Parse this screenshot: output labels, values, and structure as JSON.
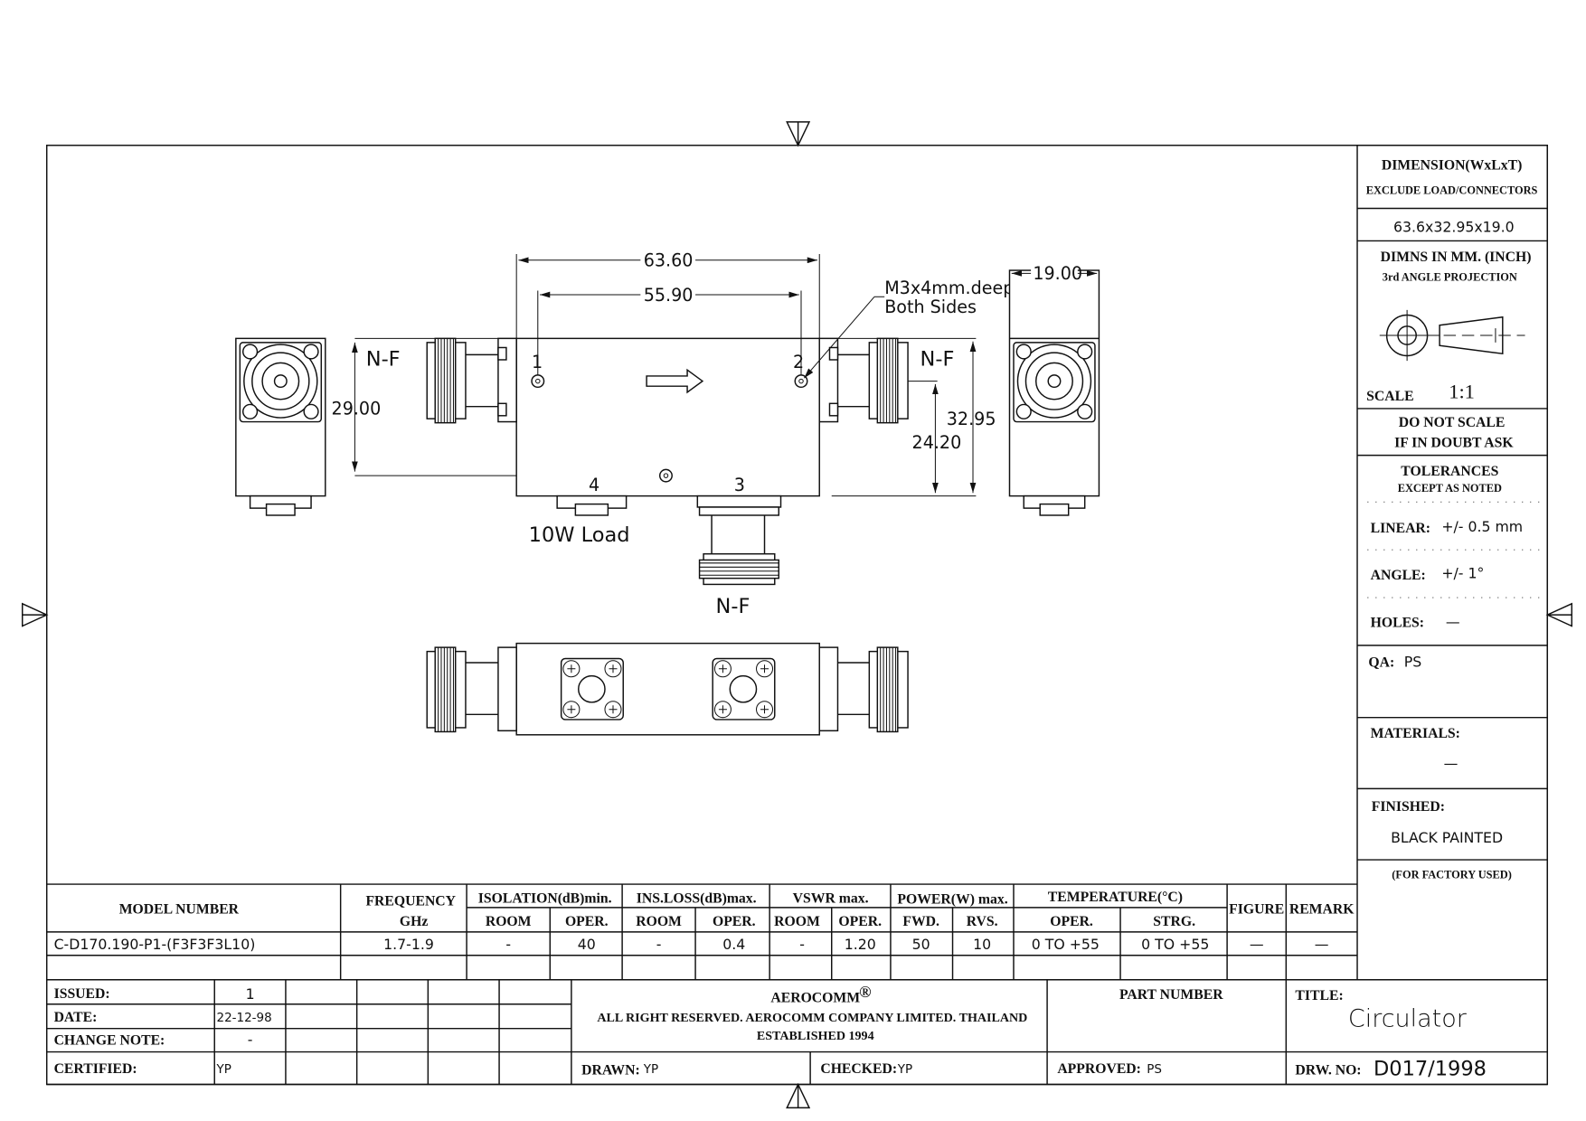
{
  "drawing": {
    "dim_overall_length": "63.60",
    "dim_hole_spacing": "55.90",
    "dim_thickness": "19.00",
    "dim_height_left": "29.00",
    "dim_height_right": "32.95",
    "dim_connector_height": "24.20",
    "thread_note_1": "M3x4mm.deep",
    "thread_note_2": "Both Sides",
    "connector_label": "N-F",
    "port_1": "1",
    "port_2": "2",
    "port_3": "3",
    "port_4": "4",
    "load_label": "10W Load"
  },
  "side_panel": {
    "dimension_title": "DIMENSION(WxLxT)",
    "dimension_subtitle": "EXCLUDE LOAD/CONNECTORS",
    "dimension_value": "63.6x32.95x19.0",
    "units": "DIMNS IN MM. (INCH)",
    "projection": "3rd ANGLE PROJECTION",
    "scale_label": "SCALE",
    "scale_value": "1:1",
    "note_1": "DO NOT SCALE",
    "note_2": "IF IN DOUBT ASK",
    "tolerances_title": "TOLERANCES",
    "tolerances_subtitle": "EXCEPT AS NOTED",
    "linear_label": "LINEAR:",
    "linear_value": "+/- 0.5 mm",
    "angle_label": "ANGLE:",
    "angle_value": "+/- 1°",
    "holes_label": "HOLES:",
    "holes_value": "—",
    "qa_label": "QA:",
    "qa_value": "PS",
    "materials_label": "MATERIALS:",
    "materials_value": "—",
    "finished_label": "FINISHED:",
    "finished_value": "BLACK PAINTED",
    "factory_note": "(FOR FACTORY USED)"
  },
  "spec_table": {
    "headers": {
      "model": "MODEL NUMBER",
      "frequency_1": "FREQUENCY",
      "frequency_2": "GHz",
      "isolation": "ISOLATION(dB)min.",
      "insloss": "INS.LOSS(dB)max.",
      "vswr": "VSWR  max.",
      "power": "POWER(W)  max.",
      "temperature": "TEMPERATURE(°C)",
      "figure": "FIGURE",
      "remark": "REMARK"
    },
    "subheaders": [
      "ROOM",
      "OPER.",
      "ROOM",
      "OPER.",
      "ROOM",
      "OPER.",
      "FWD.",
      "RVS.",
      "OPER.",
      "STRG."
    ],
    "row": [
      "C-D170.190-P1-(F3F3F3L10)",
      "1.7-1.9",
      "-",
      "40",
      "-",
      "0.4",
      "-",
      "1.20",
      "50",
      "10",
      "0 TO +55",
      "0 TO +55",
      "—",
      "—"
    ]
  },
  "title_block": {
    "issued_label": "ISSUED:",
    "issued_value": "1",
    "date_label": "DATE:",
    "date_value": "22-12-98",
    "change_label": "CHANGE NOTE:",
    "change_value": "-",
    "certified_label": "CERTIFIED:",
    "certified_value": "YP",
    "company": "AEROCOMM",
    "registered": "®",
    "rights": "ALL RIGHT RESERVED. AEROCOMM COMPANY LIMITED. THAILAND",
    "established": "ESTABLISHED 1994",
    "drawn_label": "DRAWN:",
    "drawn_value": "YP",
    "checked_label": "CHECKED:",
    "checked_value": "YP",
    "part_number_label": "PART NUMBER",
    "approved_label": "APPROVED:",
    "approved_value": "PS",
    "title_label": "TITLE:",
    "title_value": "Circulator",
    "drw_no_label": "DRW.  NO:",
    "drw_no_value": "D017/1998"
  }
}
